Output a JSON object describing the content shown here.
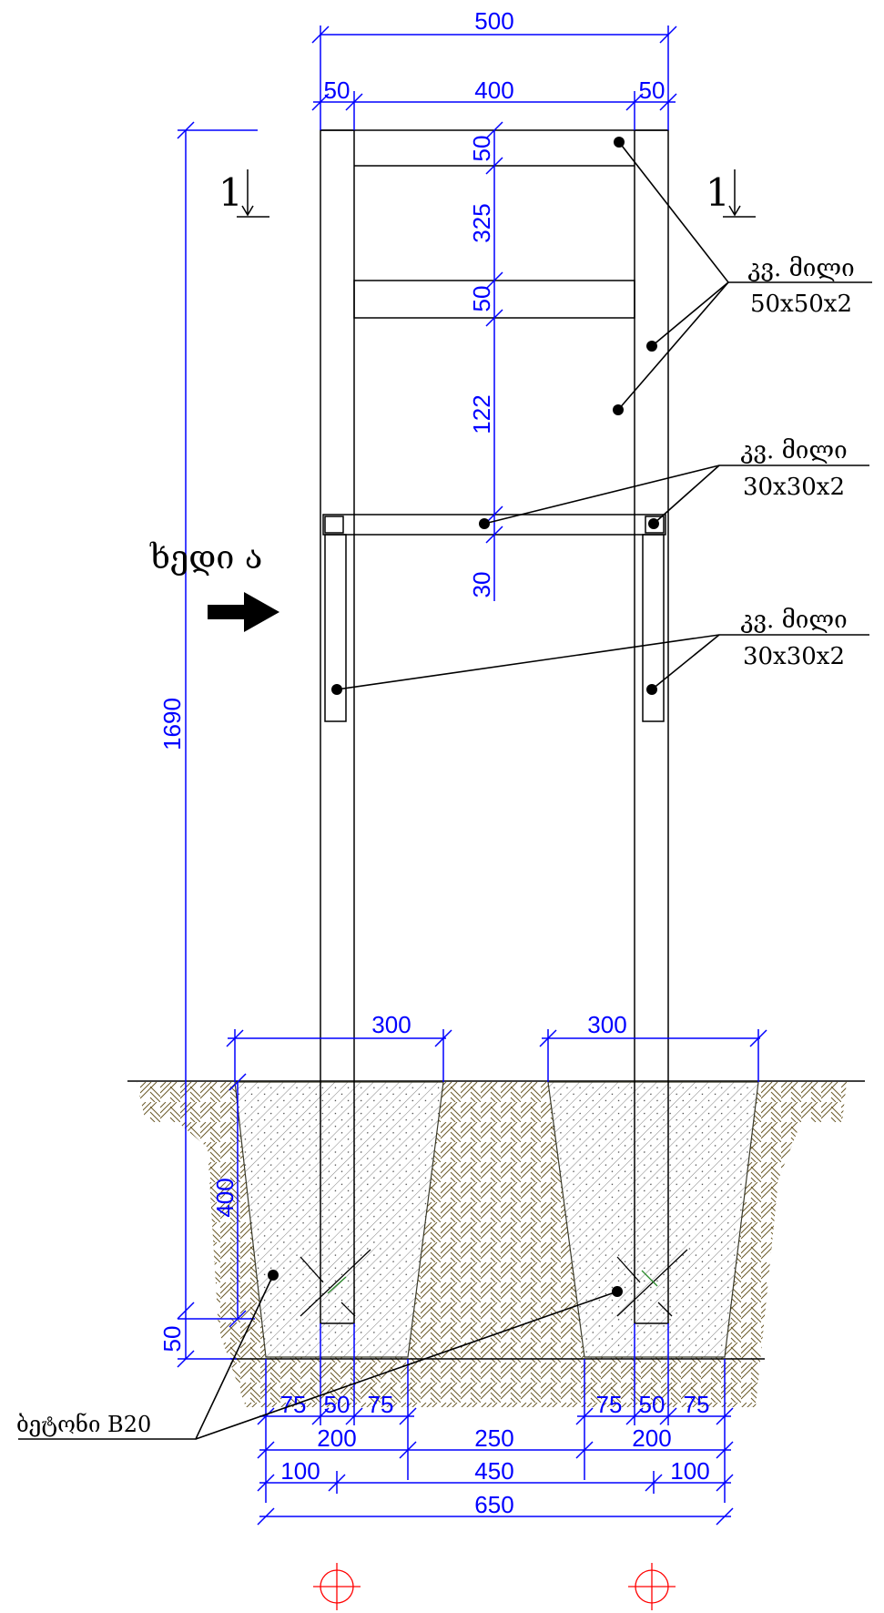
{
  "dimensions": {
    "top_total": "500",
    "top_left_flange": "50",
    "top_inner": "400",
    "top_right_flange": "50",
    "beam_top": "50",
    "gap_upper": "325",
    "beam_middle": "50",
    "gap_lower": "122",
    "beam_bottom": "30",
    "overall_height": "1690",
    "footing_depth": "400",
    "footing_bottom": "50",
    "footing_left_top": "300",
    "footing_right_top": "300",
    "left_75a": "75",
    "left_50": "50",
    "left_75b": "75",
    "right_75a": "75",
    "right_50": "50",
    "right_75b": "75",
    "left_200": "200",
    "middle_250": "250",
    "right_200": "200",
    "left_100": "100",
    "middle_450": "450",
    "right_100": "100",
    "total_650": "650"
  },
  "section_marks": {
    "left": "1",
    "right": "1"
  },
  "labels": {
    "pipe_top_title": "კვ. მილი",
    "pipe_top_size": "50x50x2",
    "pipe_mid_title": "კვ. მილი",
    "pipe_mid_size": "30x30x2",
    "pipe_low_title": "კვ. მილი",
    "pipe_low_size": "30x30x2",
    "side_view": "ხედი ა",
    "concrete": "ბეტონი B20"
  },
  "colors": {
    "dimension": "#0000ff",
    "line": "#000000",
    "soil": "#6b5a2a"
  }
}
